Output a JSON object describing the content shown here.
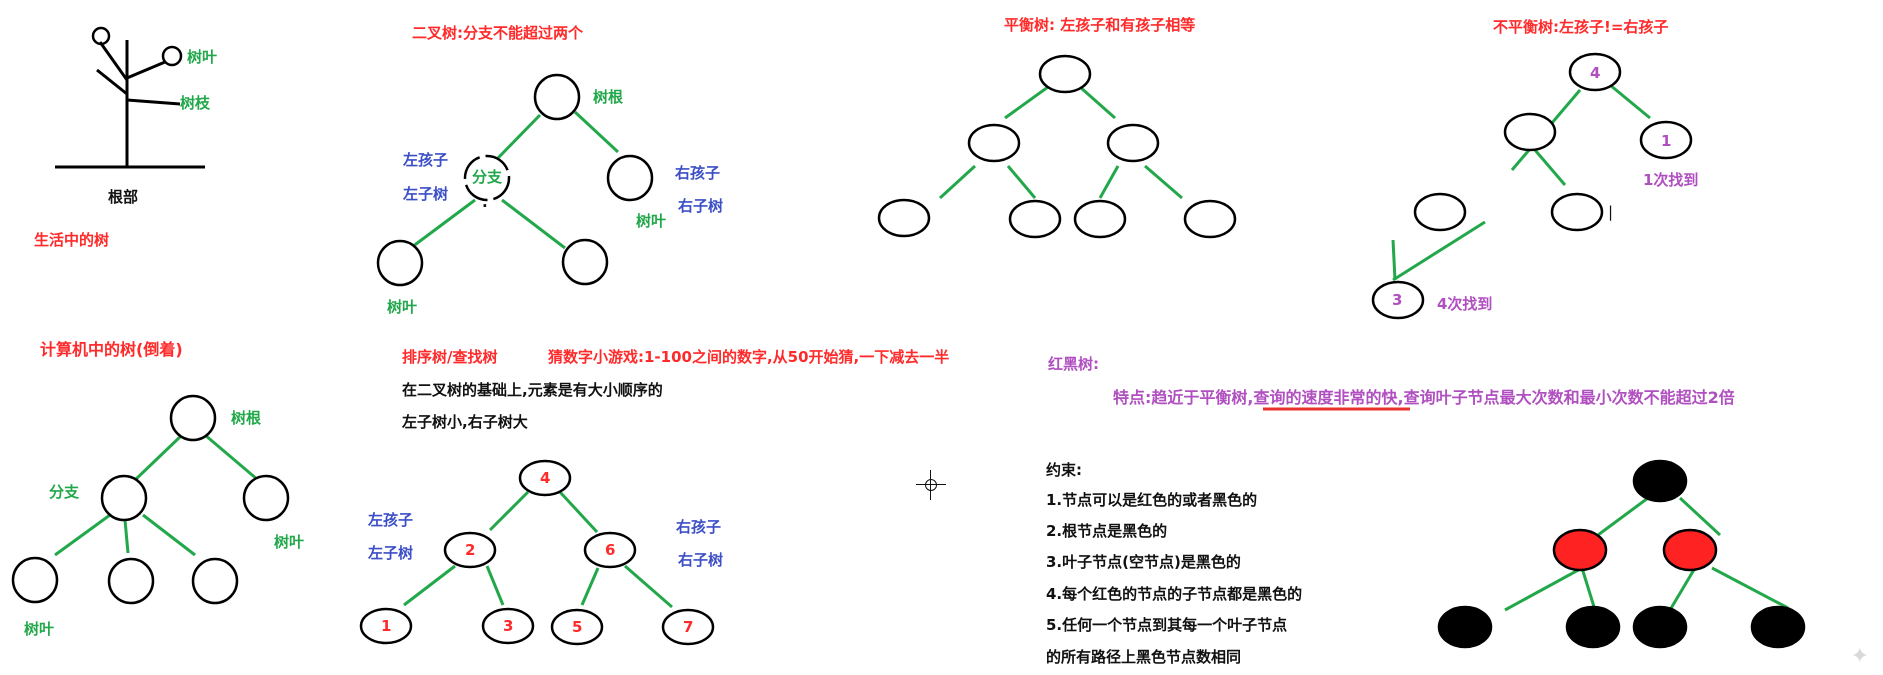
{
  "colors": {
    "red": "#ff2a2a",
    "green": "#22a84a",
    "blue": "#3c4fc6",
    "purple": "#b04fc0",
    "black": "#111111",
    "node_red": "#ff2222",
    "node_black": "#000000"
  },
  "life_tree": {
    "leaf": "树叶",
    "branch": "树枝",
    "root": "根部",
    "caption": "生活中的树"
  },
  "computer_tree": {
    "title": "计算机中的树(倒着)",
    "root": "树根",
    "branch": "分支",
    "leaf_right": "树叶",
    "leaf_bottom": "树叶"
  },
  "binary_tree": {
    "title": "二叉树:分支不能超过两个",
    "root": "树根",
    "left_child": "左孩子",
    "left_subtree": "左子树",
    "branch": "分支",
    "right_child": "右孩子",
    "right_subtree": "右子树",
    "leaf_right": "树叶",
    "leaf_bottom": "树叶",
    "dot": "."
  },
  "sort_tree": {
    "title": "排序树/查找树",
    "game": "猜数字小游戏:1-100之间的数字,从50开始猜,一下减去一半",
    "desc1": "在二叉树的基础上,元素是有大小顺序的",
    "desc2": "左子树小,右子树大",
    "left_child": "左孩子",
    "left_subtree": "左子树",
    "right_child": "右孩子",
    "right_subtree": "右子树",
    "nodes": [
      "4",
      "2",
      "6",
      "1",
      "3",
      "5",
      "7"
    ]
  },
  "balanced_tree": {
    "title": "平衡树: 左孩子和有孩子相等"
  },
  "unbalanced_tree": {
    "title": "不平衡树:左孩子!=右孩子",
    "root": "4",
    "right_node": "1",
    "right_note": "1次找到",
    "deep_node": "3",
    "deep_note": "4次找到",
    "mark": "|"
  },
  "red_black_tree": {
    "title": "红黑树:",
    "feature_prefix": "特点:趋近于平衡树,",
    "feature_highlight": "查询的速度非常的快",
    "feature_suffix": ",查询叶子节点最大次数和最小次数不能超过2倍",
    "constraints_title": "约束:",
    "rules": [
      "1.节点可以是红色的或者黑色的",
      "2.根节点是黑色的",
      "3.叶子节点(空节点)是黑色的",
      "4.每个红色的节点的子节点都是黑色的",
      "5.任何一个节点到其每一个叶子节点",
      "的所有路径上黑色节点数相同"
    ]
  }
}
